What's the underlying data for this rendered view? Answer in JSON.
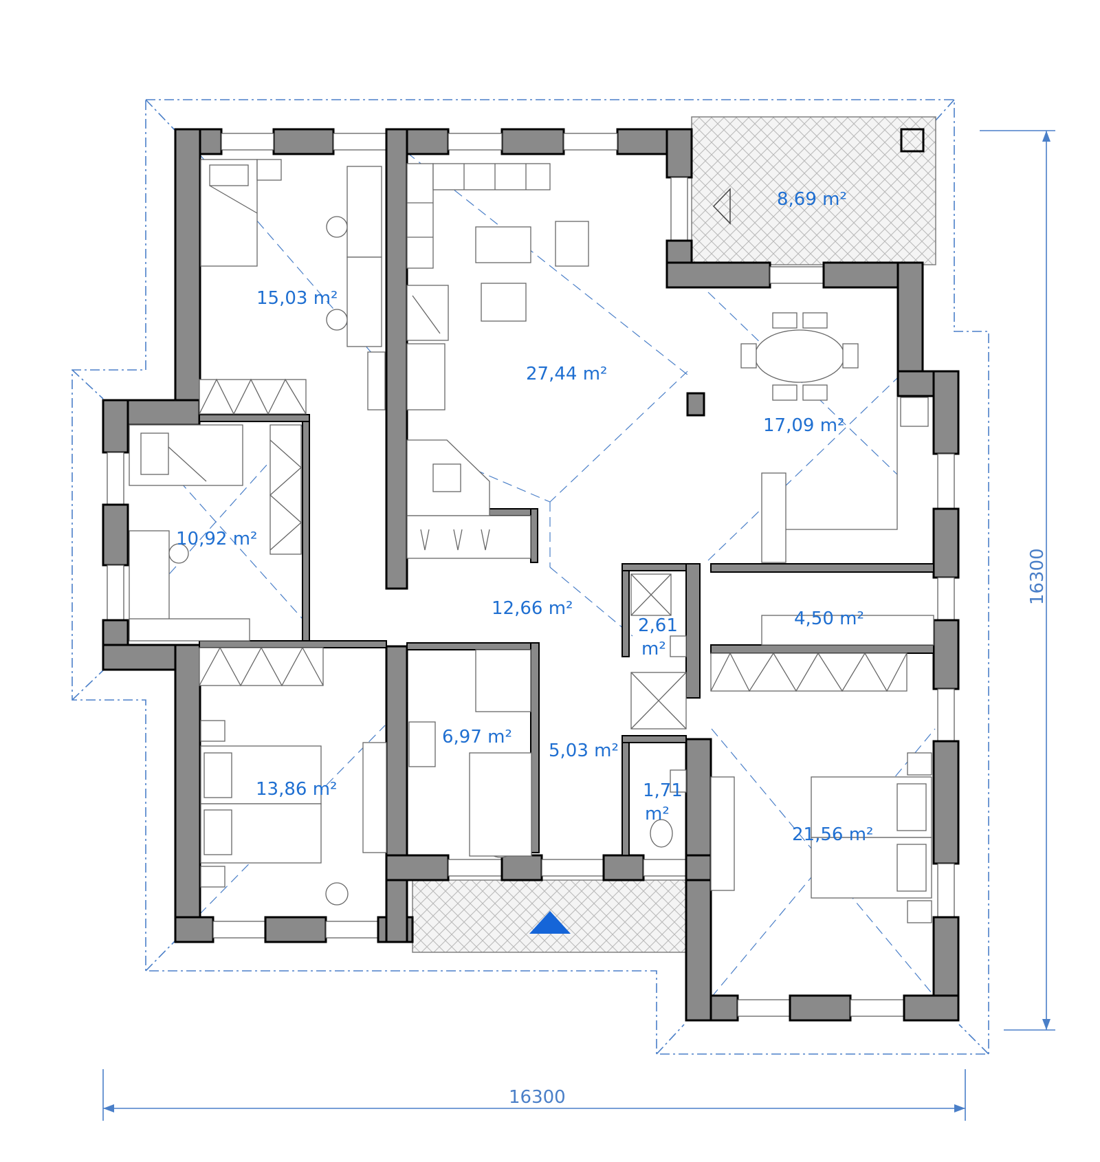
{
  "rooms": [
    {
      "id": "bedroom-nw",
      "area": "15,03 m²"
    },
    {
      "id": "living-room",
      "area": "27,44 m²"
    },
    {
      "id": "terrace-ne",
      "area": "8,69 m²"
    },
    {
      "id": "dining-kitchen",
      "area": "17,09 m²"
    },
    {
      "id": "study",
      "area": "10,92 m²"
    },
    {
      "id": "hall",
      "area": "12,66 m²"
    },
    {
      "id": "shower",
      "area_line1": "2,61",
      "area_line2": "m²"
    },
    {
      "id": "wardrobe",
      "area": "4,50 m²"
    },
    {
      "id": "bedroom-sw",
      "area": "13,86 m²"
    },
    {
      "id": "bathroom",
      "area": "6,97 m²"
    },
    {
      "id": "entrance",
      "area": "5,03 m²"
    },
    {
      "id": "wc",
      "area_line1": "1,71",
      "area_line2": "m²"
    },
    {
      "id": "master-bedroom",
      "area": "21,56 m²"
    }
  ],
  "dimensions": {
    "width": "16300",
    "height": "16300"
  },
  "colors": {
    "wall": "#8a8a8a",
    "label": "#1f6fd1",
    "dimension": "#4a7fc8",
    "entrance_marker": "#1565d8"
  }
}
